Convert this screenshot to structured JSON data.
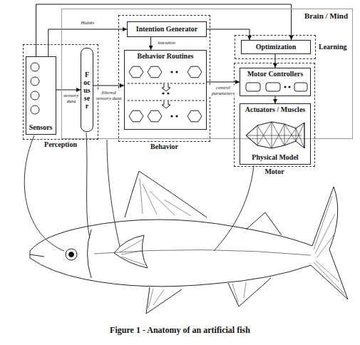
{
  "diagram": {
    "caption": "Figure 1 - Anatomy of an artificial fish",
    "nodes": [
      {
        "text": [
          "Brain / Mind"
        ]
      },
      {
        "text": [
          "Perception"
        ]
      },
      {
        "text": [
          "Sensors"
        ],
        "in": 1
      },
      {
        "text": [
          "Focusser"
        ],
        "in": 1
      },
      {
        "text": [
          "Behavior"
        ],
        "in": 0
      },
      {
        "text": [
          "Intention Generator"
        ],
        "in": 4
      },
      {
        "text": [
          "Behavior Routines"
        ],
        "in": 4
      },
      {
        "text": [
          "Learning"
        ],
        "in": 0
      },
      {
        "text": [
          "Optimization"
        ],
        "in": 7
      },
      {
        "text": [
          "Motor"
        ]
      },
      {
        "text": [
          "Motor Controllers"
        ],
        "in": 9
      },
      {
        "text": [
          "Actuators / Muscles",
          "Physical Model"
        ],
        "in": 9
      }
    ],
    "edges": [
      {
        "from": 2,
        "to": 5,
        "arrow": "to",
        "label": "Habits"
      },
      {
        "from": 2,
        "to": 8,
        "arrow": "to"
      },
      {
        "from": 2,
        "to": 3,
        "arrow": "to",
        "label": "sensory data"
      },
      {
        "from": 3,
        "to": 6,
        "arrow": "to",
        "label": "filtered sensory data"
      },
      {
        "from": 5,
        "to": 6,
        "arrow": "to",
        "label": "intention"
      },
      {
        "from": 5,
        "to": 8,
        "arrow": "to"
      },
      {
        "from": 6,
        "to": 10,
        "arrow": "to",
        "label": "control parameters"
      },
      {
        "from": 8,
        "to": 10,
        "arrow": "to"
      },
      {
        "from": 10,
        "to": 11,
        "arrow": "to"
      }
    ]
  }
}
